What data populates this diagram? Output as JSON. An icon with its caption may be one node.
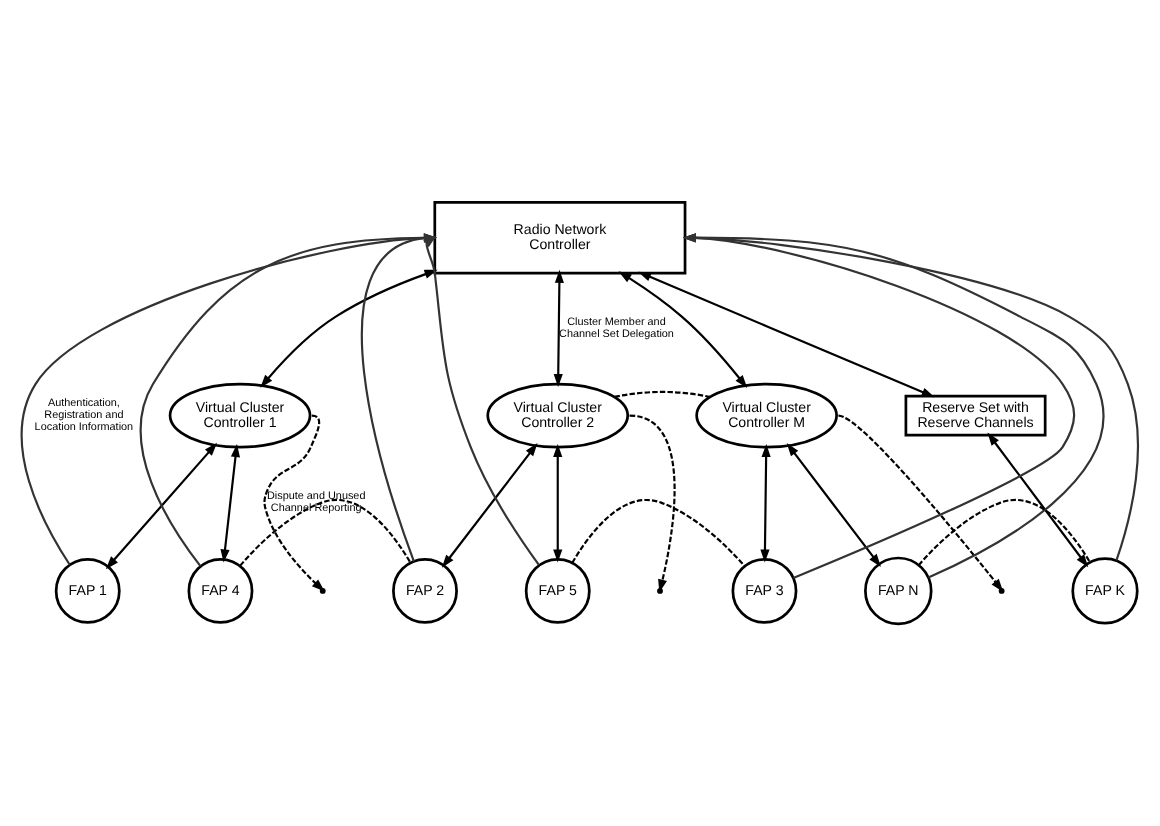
{
  "diagram": {
    "nodes": [
      {
        "text": [
          "Radio Network Controller"
        ]
      },
      {
        "text": [
          "Reserve Set with Reserve Channels"
        ]
      },
      {
        "text": [
          "Virtual Cluster Controller 1"
        ]
      },
      {
        "text": [
          "Virtual Cluster Controller 2"
        ]
      },
      {
        "text": [
          "Virtual Cluster Controller M"
        ]
      },
      {
        "text": [
          "FAP 1"
        ]
      },
      {
        "text": [
          "FAP 4"
        ]
      },
      {
        "text": [
          "FAP 2"
        ]
      },
      {
        "text": [
          "FAP 5"
        ]
      },
      {
        "text": [
          "FAP 3"
        ]
      },
      {
        "text": [
          "FAP N"
        ]
      },
      {
        "text": [
          "FAP K"
        ]
      }
    ],
    "edges": [
      {
        "from": 0,
        "to": 2,
        "arrow": "both"
      },
      {
        "from": 0,
        "to": 3,
        "arrow": "both",
        "label": "Cluster Member and Channel Set Delegation"
      },
      {
        "from": 0,
        "to": 4,
        "arrow": "both"
      },
      {
        "from": 0,
        "to": 1,
        "arrow": "both"
      },
      {
        "from": 3,
        "to": 4,
        "arrow": "none",
        "style": "dashed"
      },
      {
        "from": 1,
        "to": 11,
        "arrow": "both"
      },
      {
        "from": 2,
        "to": 5,
        "arrow": "both"
      },
      {
        "from": 2,
        "to": 6,
        "arrow": "both"
      },
      {
        "from": 2,
        "to": null,
        "arrow": "to",
        "style": "dashed",
        "label": "Dispute and Unused Channel Reporting"
      },
      {
        "from": 3,
        "to": 7,
        "arrow": "both"
      },
      {
        "from": 3,
        "to": 8,
        "arrow": "both"
      },
      {
        "from": 3,
        "to": null,
        "arrow": "to",
        "style": "dashed"
      },
      {
        "from": 4,
        "to": 9,
        "arrow": "both"
      },
      {
        "from": 4,
        "to": 10,
        "arrow": "both"
      },
      {
        "from": 4,
        "to": null,
        "arrow": "to",
        "style": "dashed"
      },
      {
        "from": 6,
        "to": 7,
        "arrow": "none",
        "style": "dashed"
      },
      {
        "from": 8,
        "to": 9,
        "arrow": "none",
        "style": "dashed"
      },
      {
        "from": 10,
        "to": 11,
        "arrow": "none",
        "style": "dashed"
      },
      {
        "from": 5,
        "to": 0,
        "arrow": "to",
        "label": "Authentication, Registration and Location Information"
      },
      {
        "from": 6,
        "to": 0,
        "arrow": "to"
      },
      {
        "from": 7,
        "to": 0,
        "arrow": "to"
      },
      {
        "from": 8,
        "to": 0,
        "arrow": "to"
      },
      {
        "from": 9,
        "to": 0,
        "arrow": "to"
      },
      {
        "from": 10,
        "to": 0,
        "arrow": "to"
      },
      {
        "from": 11,
        "to": 0,
        "arrow": "to"
      }
    ]
  }
}
